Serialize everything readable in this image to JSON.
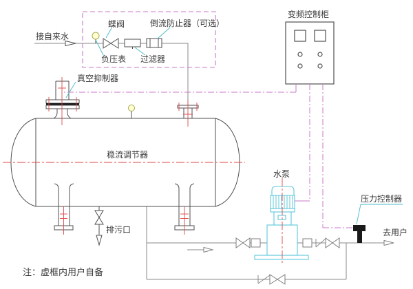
{
  "labels": {
    "inlet": "接自来水",
    "butterfly_valve": "蝶阀",
    "backflow_preventer": "倒流防止器（可选）",
    "vacuum_gauge": "负压表",
    "filter": "过滤器",
    "vfd_cabinet": "变频控制柜",
    "vacuum_suppressor": "真空抑制器",
    "tank": "稳流调节器",
    "pump": "水泵",
    "pressure_controller": "压力控制器",
    "to_user": "去用户",
    "drain_outlet": "排污口",
    "note": "注：虚框内用户自备"
  },
  "colors": {
    "pipe": "#8a8a8a",
    "outline": "#4f4f4f",
    "control_line": "#c878c8",
    "dashed_frame": "#c878c8",
    "centerline": "#e04545",
    "leader": "#49b9c9",
    "pump": "#5cc8da",
    "gauge_fill": "#ffffd2",
    "pressure_sensor": "#1a1a1a",
    "text": "#3a3a3a",
    "background": "#ffffff"
  }
}
